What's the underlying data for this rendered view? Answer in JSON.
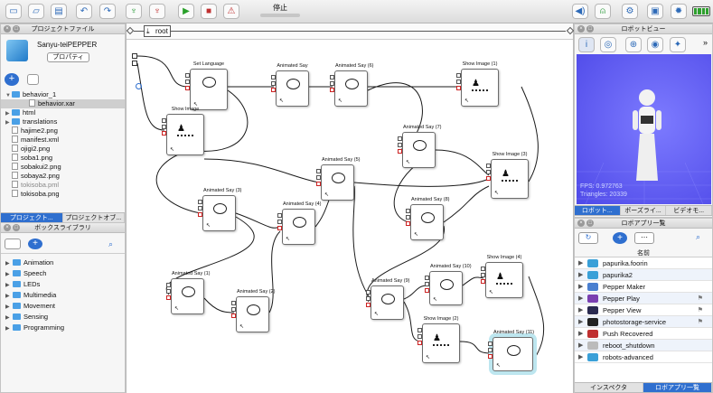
{
  "toolbar": {
    "status": "停止"
  },
  "icons": [
    "folder-icon",
    "folder-open-icon",
    "save-icon",
    "undo-icon",
    "redo-icon",
    "connect-icon",
    "disconnect-icon",
    "play-icon",
    "stop-icon",
    "warning-icon",
    "volume-icon",
    "robot-icon",
    "settings-icon",
    "gear-icon",
    "battery-icon"
  ],
  "colors": {
    "accent": "#2f6fcf",
    "battery": "#2ea02e",
    "viewer_bg": "#5c58f0"
  },
  "project_panel": {
    "title": "プロジェクトファイル",
    "project_name": "Sanyu-teiPEPPER",
    "properties_button": "プロパティ",
    "tree": [
      {
        "label": "behavior_1",
        "type": "folder",
        "depth": 0
      },
      {
        "label": "behavior.xar",
        "type": "file",
        "depth": 1,
        "selected": true
      },
      {
        "label": "html",
        "type": "folder",
        "depth": 0
      },
      {
        "label": "translations",
        "type": "folder",
        "depth": 0
      },
      {
        "label": "hajime2.png",
        "type": "file",
        "depth": 0
      },
      {
        "label": "manifest.xml",
        "type": "file",
        "depth": 0
      },
      {
        "label": "ojigi2.png",
        "type": "file",
        "depth": 0
      },
      {
        "label": "soba1.png",
        "type": "file",
        "depth": 0
      },
      {
        "label": "sobakui2.png",
        "type": "file",
        "depth": 0
      },
      {
        "label": "sobaya2.png",
        "type": "file",
        "depth": 0
      },
      {
        "label": "tokisoba.pml",
        "type": "file",
        "depth": 0,
        "dim": true
      },
      {
        "label": "tokisoba.png",
        "type": "file",
        "depth": 0
      }
    ],
    "tabs": [
      {
        "label": "プロジェクト...",
        "active": true
      },
      {
        "label": "プロジェクトオブ...",
        "active": false
      }
    ]
  },
  "box_library": {
    "title": "ボックスライブラリ",
    "items": [
      "Animation",
      "Speech",
      "LEDs",
      "Multimedia",
      "Movement",
      "Sensing",
      "Programming"
    ]
  },
  "canvas": {
    "breadcrumb": "root",
    "nodes": [
      {
        "id": "n1",
        "label": "Set Language"
      },
      {
        "id": "n2",
        "label": "Animated Say"
      },
      {
        "id": "n3",
        "label": "Animated Say (6)"
      },
      {
        "id": "n4",
        "label": "Show Image (1)"
      },
      {
        "id": "n5",
        "label": "Show Image"
      },
      {
        "id": "n6",
        "label": "Animated Say (7)"
      },
      {
        "id": "n7",
        "label": "Animated Say (5)"
      },
      {
        "id": "n8",
        "label": "Show Image (3)"
      },
      {
        "id": "n9",
        "label": "Animated Say (3)"
      },
      {
        "id": "n10",
        "label": "Animated Say (4)"
      },
      {
        "id": "n11",
        "label": "Animated Say (8)"
      },
      {
        "id": "n12",
        "label": "Show Image (4)"
      },
      {
        "id": "n13",
        "label": "Animated Say (10)"
      },
      {
        "id": "n14",
        "label": "Animated Say (9)"
      },
      {
        "id": "n15",
        "label": "Animated Say (1)"
      },
      {
        "id": "n16",
        "label": "Animated Say (2)"
      },
      {
        "id": "n17",
        "label": "Show Image (2)"
      },
      {
        "id": "n18",
        "label": "Animated Say (11)"
      }
    ]
  },
  "robot_view": {
    "title": "ロボットビュー",
    "fps": "FPS: 0.972763",
    "triangles": "Triangles: 20339",
    "tabs": [
      {
        "label": "ロボット...",
        "active": true
      },
      {
        "label": "ポーズライ...",
        "active": false
      },
      {
        "label": "ビデオモ...",
        "active": false
      }
    ]
  },
  "robot_apps": {
    "title": "ロボアプリ一覧",
    "column_header": "名前",
    "items": [
      {
        "name": "papurika.foorin",
        "color": "#3aa0d8",
        "flag": false
      },
      {
        "name": "papurika2",
        "color": "#3aa0d8",
        "flag": false
      },
      {
        "name": "Pepper Maker",
        "color": "#4a7fd0",
        "flag": false
      },
      {
        "name": "Pepper Play",
        "color": "#7a3fb0",
        "flag": true
      },
      {
        "name": "Pepper View",
        "color": "#2a2a50",
        "flag": true
      },
      {
        "name": "photostorage-service",
        "color": "#222222",
        "flag": true
      },
      {
        "name": "Push Recovered",
        "color": "#c03030",
        "flag": false
      },
      {
        "name": "reboot_shutdown",
        "color": "#bbbbbb",
        "flag": false
      },
      {
        "name": "robots-advanced",
        "color": "#3aa0d8",
        "flag": false
      }
    ],
    "tabs": [
      {
        "label": "インスペクタ",
        "active": false
      },
      {
        "label": "ロボアプリ一覧",
        "active": true
      }
    ]
  }
}
